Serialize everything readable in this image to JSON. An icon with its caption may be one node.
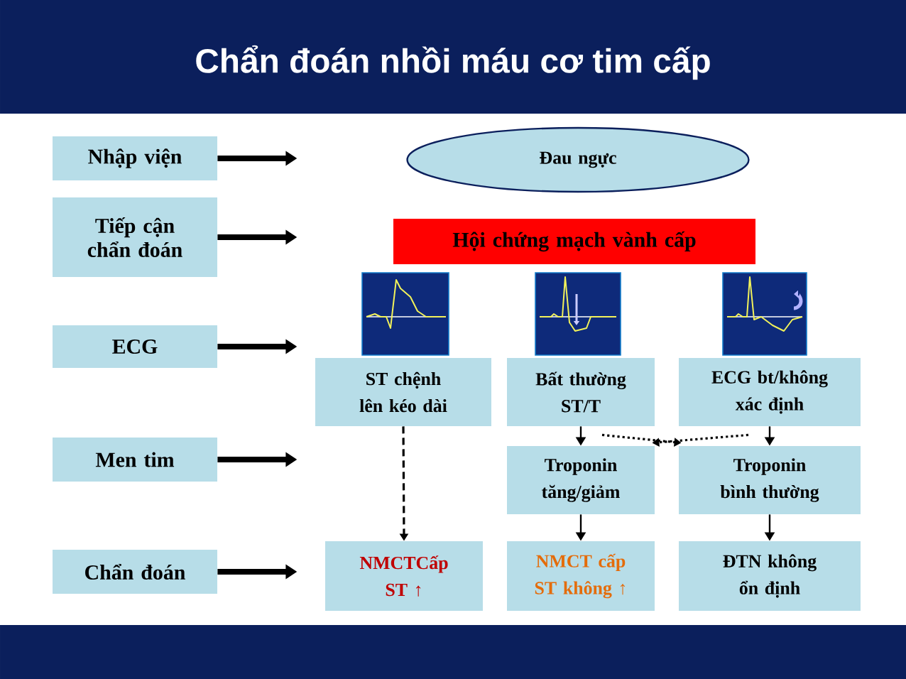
{
  "diagram": {
    "title": "Chẩn đoán nhồi máu cơ tim cấp",
    "nodes": [
      {
        "text": [
          "Nhập viện"
        ]
      },
      {
        "text": [
          "Tiếp cận chẩn đoán"
        ]
      },
      {
        "text": [
          "ECG"
        ]
      },
      {
        "text": [
          "Men tim"
        ]
      },
      {
        "text": [
          "Chẩn đoán"
        ]
      },
      {
        "text": [
          "Đau ngực"
        ]
      },
      {
        "text": [
          "Hội chứng mạch vành cấp"
        ]
      },
      {
        "text": [],
        "shape": "picture"
      },
      {
        "text": [],
        "shape": "picture"
      },
      {
        "text": [],
        "shape": "picture"
      },
      {
        "text": [
          "ST chệnh lên kéo dài"
        ]
      },
      {
        "text": [
          "Bất thường ST/T"
        ]
      },
      {
        "text": [
          "ECG bt/không xác định"
        ]
      },
      {
        "text": [
          "Troponin tăng/giảm"
        ]
      },
      {
        "text": [
          "Troponin bình thường"
        ]
      },
      {
        "text": [
          "NMCTCấp ST ↑"
        ]
      },
      {
        "text": [
          "NMCT cấp ST không ↑"
        ]
      },
      {
        "text": [
          "ĐTN không ổn định"
        ]
      }
    ],
    "edges": [
      {
        "from": 0,
        "to": null,
        "arrow": "to",
        "style": "thick"
      },
      {
        "from": 1,
        "to": null,
        "arrow": "to",
        "style": "thick"
      },
      {
        "from": 2,
        "to": null,
        "arrow": "to",
        "style": "thick"
      },
      {
        "from": 3,
        "to": null,
        "arrow": "to",
        "style": "thick"
      },
      {
        "from": 4,
        "to": null,
        "arrow": "to",
        "style": "thick"
      },
      {
        "from": 10,
        "to": 15,
        "arrow": "to",
        "style": "dashed"
      },
      {
        "from": 11,
        "to": 13,
        "arrow": "to"
      },
      {
        "from": 12,
        "to": 14,
        "arrow": "to"
      },
      {
        "from": 11,
        "to": 14,
        "arrow": "to",
        "style": "dashed"
      },
      {
        "from": 12,
        "to": 13,
        "arrow": "to",
        "style": "dashed"
      },
      {
        "from": 13,
        "to": 16,
        "arrow": "to"
      },
      {
        "from": 14,
        "to": 17,
        "arrow": "to"
      }
    ]
  }
}
